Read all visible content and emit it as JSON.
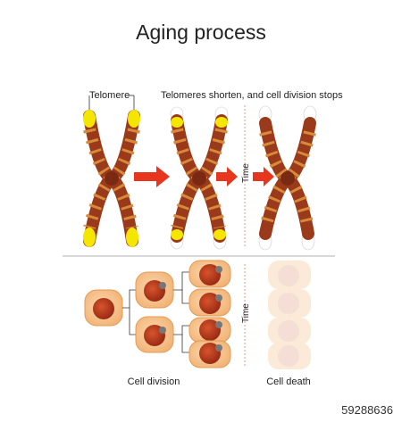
{
  "title": "Aging process",
  "labels": {
    "telomere": "Telomere",
    "shorten": "Telomeres shorten, and cell division stops",
    "time_top": "Time",
    "time_bottom": "Time",
    "cell_division": "Cell division",
    "cell_death": "Cell death"
  },
  "watermark": "59288636",
  "colors": {
    "chromatid": "#9a3a1a",
    "band": "#d68a3a",
    "telomere": "#f5e600",
    "arrow": "#e8361e",
    "cell": "#f6c48e",
    "nucleus": "#b8341c",
    "divider": "#e57a7a"
  }
}
